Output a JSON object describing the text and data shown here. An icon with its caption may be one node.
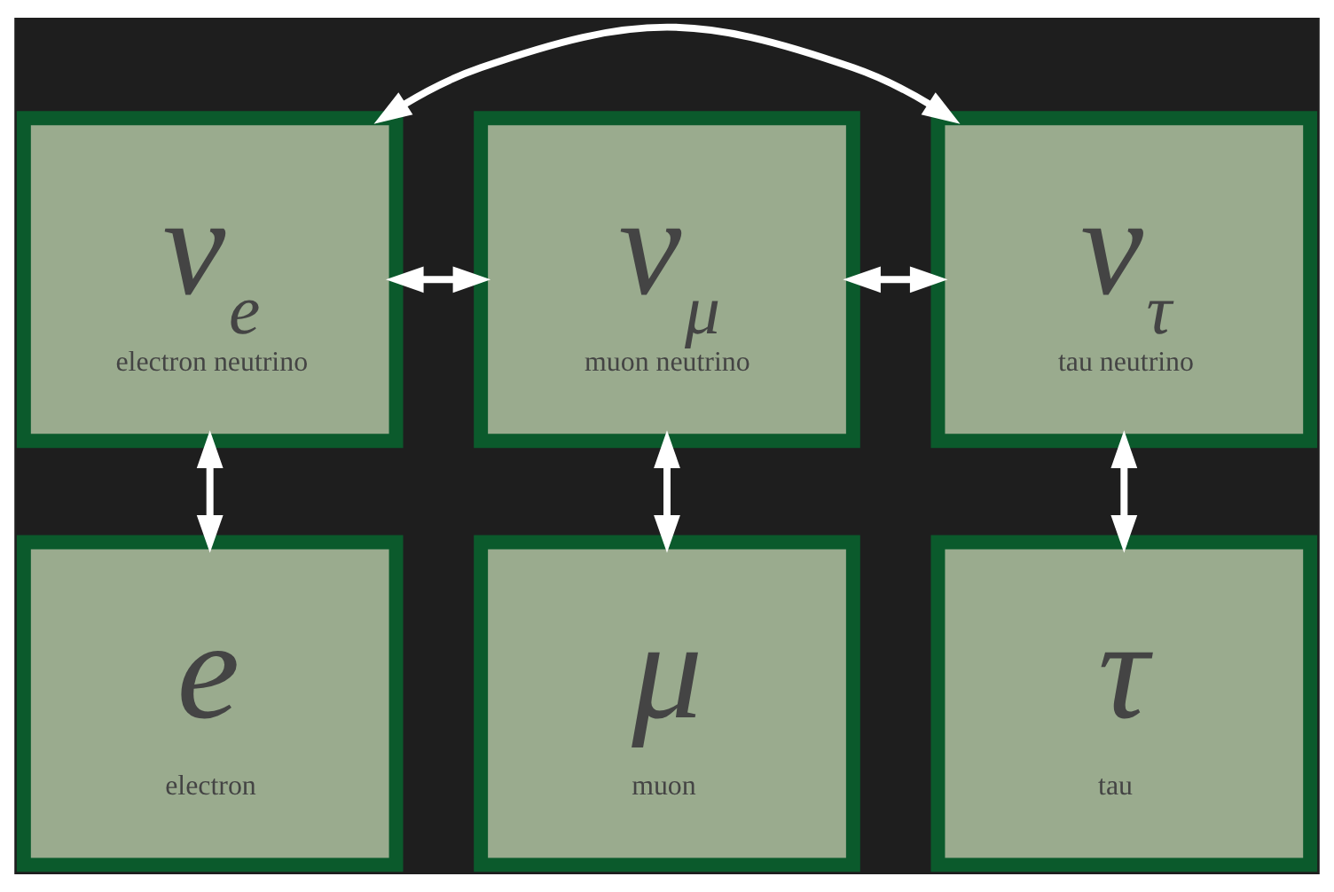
{
  "diagram": {
    "nodes": [
      {
        "text": [
          "ν$_{e}$",
          "electron neutrino"
        ]
      },
      {
        "text": [
          "ν$_{μ}$",
          "muon neutrino"
        ]
      },
      {
        "text": [
          "ν$_{τ}$",
          "tau neutrino"
        ]
      },
      {
        "text": [
          "e",
          "electron"
        ]
      },
      {
        "text": [
          "μ",
          "muon"
        ]
      },
      {
        "text": [
          "τ",
          "tau"
        ]
      }
    ],
    "edges": [
      {
        "from": 0,
        "to": 2,
        "arrow": "both"
      },
      {
        "from": 0,
        "to": 1,
        "arrow": "both"
      },
      {
        "from": 1,
        "to": 2,
        "arrow": "both"
      },
      {
        "from": 0,
        "to": 3,
        "arrow": "both"
      },
      {
        "from": 1,
        "to": 4,
        "arrow": "both"
      },
      {
        "from": 2,
        "to": 5,
        "arrow": "both"
      }
    ]
  }
}
